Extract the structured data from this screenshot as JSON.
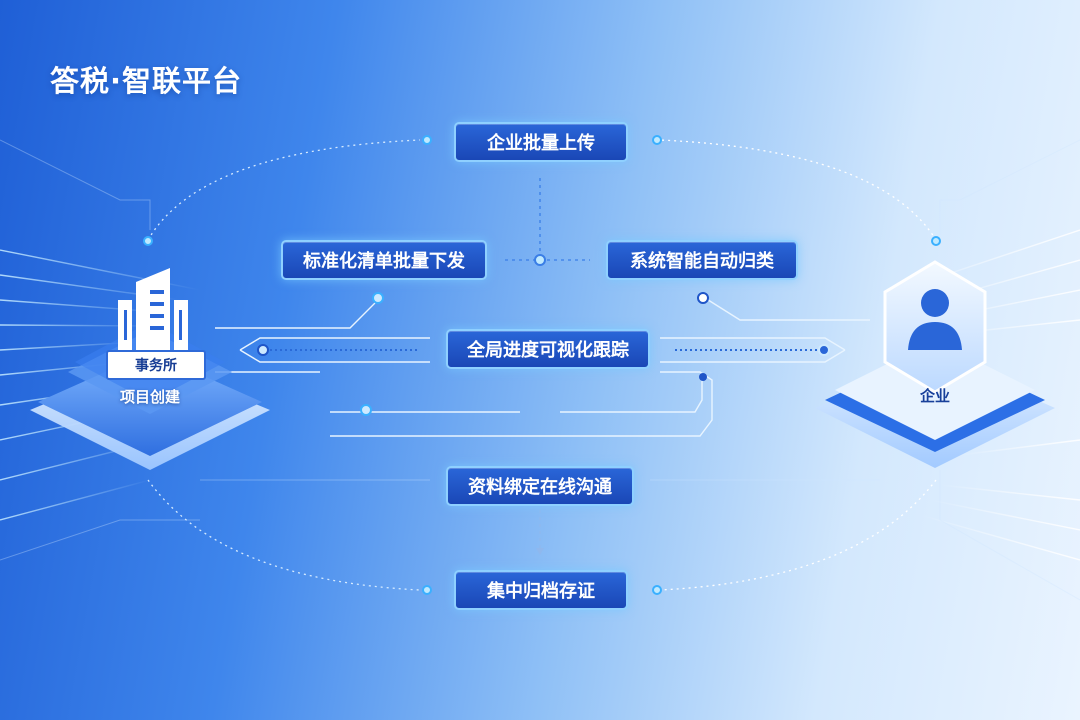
{
  "brand": {
    "title": "答税·智联平台"
  },
  "left_node": {
    "tag": "事务所",
    "label": "项目创建",
    "icon": "building-icon"
  },
  "right_node": {
    "label": "企业",
    "icon": "user-icon"
  },
  "steps": [
    {
      "label": "企业批量上传"
    },
    {
      "label": "标准化清单批量下发"
    },
    {
      "label": "系统智能自动归类"
    },
    {
      "label": "全局进度可视化跟踪"
    },
    {
      "label": "资料绑定在线沟通"
    },
    {
      "label": "集中归档存证"
    }
  ],
  "colors": {
    "box_fill": "#1f52c4",
    "box_border": "#8fd0ff",
    "accent": "#3ab0ff",
    "brand_text": "#ffffff"
  }
}
